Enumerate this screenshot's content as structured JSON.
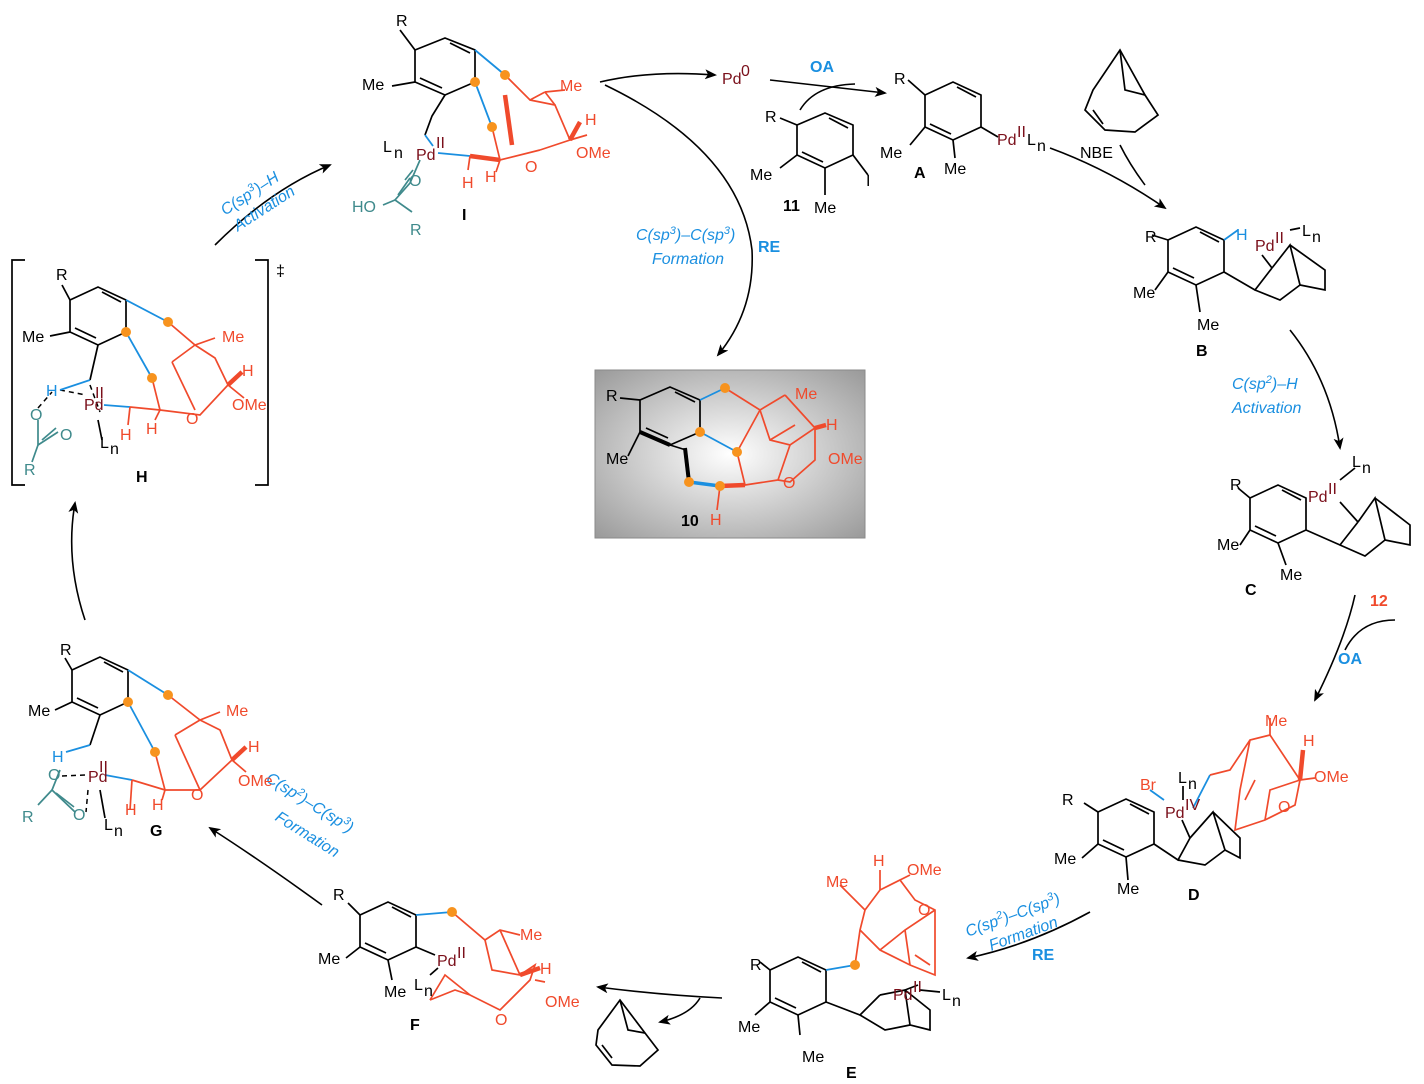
{
  "diagram": {
    "labels": {
      "pd0": "Pd",
      "pd0_sup": "0",
      "oa_top": "OA",
      "nbe": "NBE",
      "re_center": "RE",
      "cc_center_1": "C(sp",
      "cc_center_1b": "3",
      "cc_center_1c": ")–C(sp",
      "cc_center_1d": "3",
      "cc_center_1e": ")",
      "formation": "Formation",
      "csp3h_1": "C(sp",
      "csp3h_1b": "3",
      "csp3h_1c": ")–H",
      "activation": "Activation",
      "csp2h_1": "C(sp",
      "csp2h_1b": "2",
      "csp2h_1c": ")–H",
      "reagent_12": "12",
      "oa_right": "OA",
      "re_bottom": "RE",
      "csp2csp3_a": "C(sp",
      "csp2csp3_b": "2",
      "csp2csp3_c": ")–C(sp",
      "csp2csp3_d": "3",
      "csp2csp3_e": ")",
      "dagger": "‡"
    },
    "compounds": {
      "I": "I",
      "A": "A",
      "B": "B",
      "C": "C",
      "D": "D",
      "E": "E",
      "F": "F",
      "G": "G",
      "H": "H",
      "c10": "10",
      "c11": "11"
    },
    "atoms": {
      "R": "R",
      "Me": "Me",
      "OMe": "OMe",
      "H": "H",
      "O": "O",
      "HO": "HO",
      "I": "I",
      "Br": "Br",
      "Pd": "Pd",
      "Ln": "L",
      "n": "n",
      "II": "II",
      "IV": "IV"
    }
  }
}
